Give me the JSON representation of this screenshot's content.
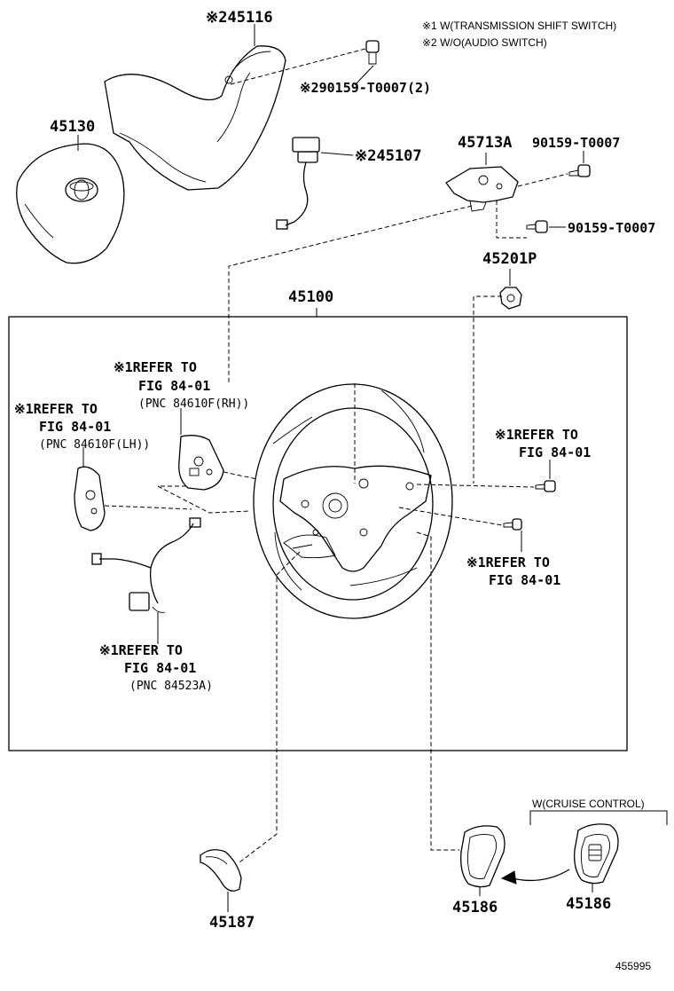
{
  "legend": {
    "note1": "※1 W(TRANSMISSION SHIFT SWITCH)",
    "note2": "※2 W/O(AUDIO SWITCH)"
  },
  "parts": {
    "p45116": "※245116",
    "p90159_top": "※290159-T0007(2)",
    "p45130": "45130",
    "p45107": "※245107",
    "p45713A": "45713A",
    "p90159_a": "90159-T0007",
    "p90159_b": "90159-T0007",
    "p45201P": "45201P",
    "p45100": "45100",
    "p45187": "45187",
    "p45186_left": "45186",
    "p45186_right": "45186"
  },
  "refs": {
    "rh": {
      "line1": "※1REFER TO",
      "line2": "FIG 84-01",
      "line3": "(PNC 84610F(RH))"
    },
    "lh": {
      "line1": "※1REFER TO",
      "line2": "FIG 84-01",
      "line3": "(PNC 84610F(LH))"
    },
    "right_upper": {
      "line1": "※1REFER TO",
      "line2": "FIG 84-01"
    },
    "right_lower": {
      "line1": "※1REFER TO",
      "line2": "FIG 84-01"
    },
    "harness": {
      "line1": "※1REFER TO",
      "line2": "FIG 84-01",
      "line3": "(PNC 84523A)"
    }
  },
  "cruise_label": "W(CRUISE CONTROL)",
  "figure_number": "455995"
}
